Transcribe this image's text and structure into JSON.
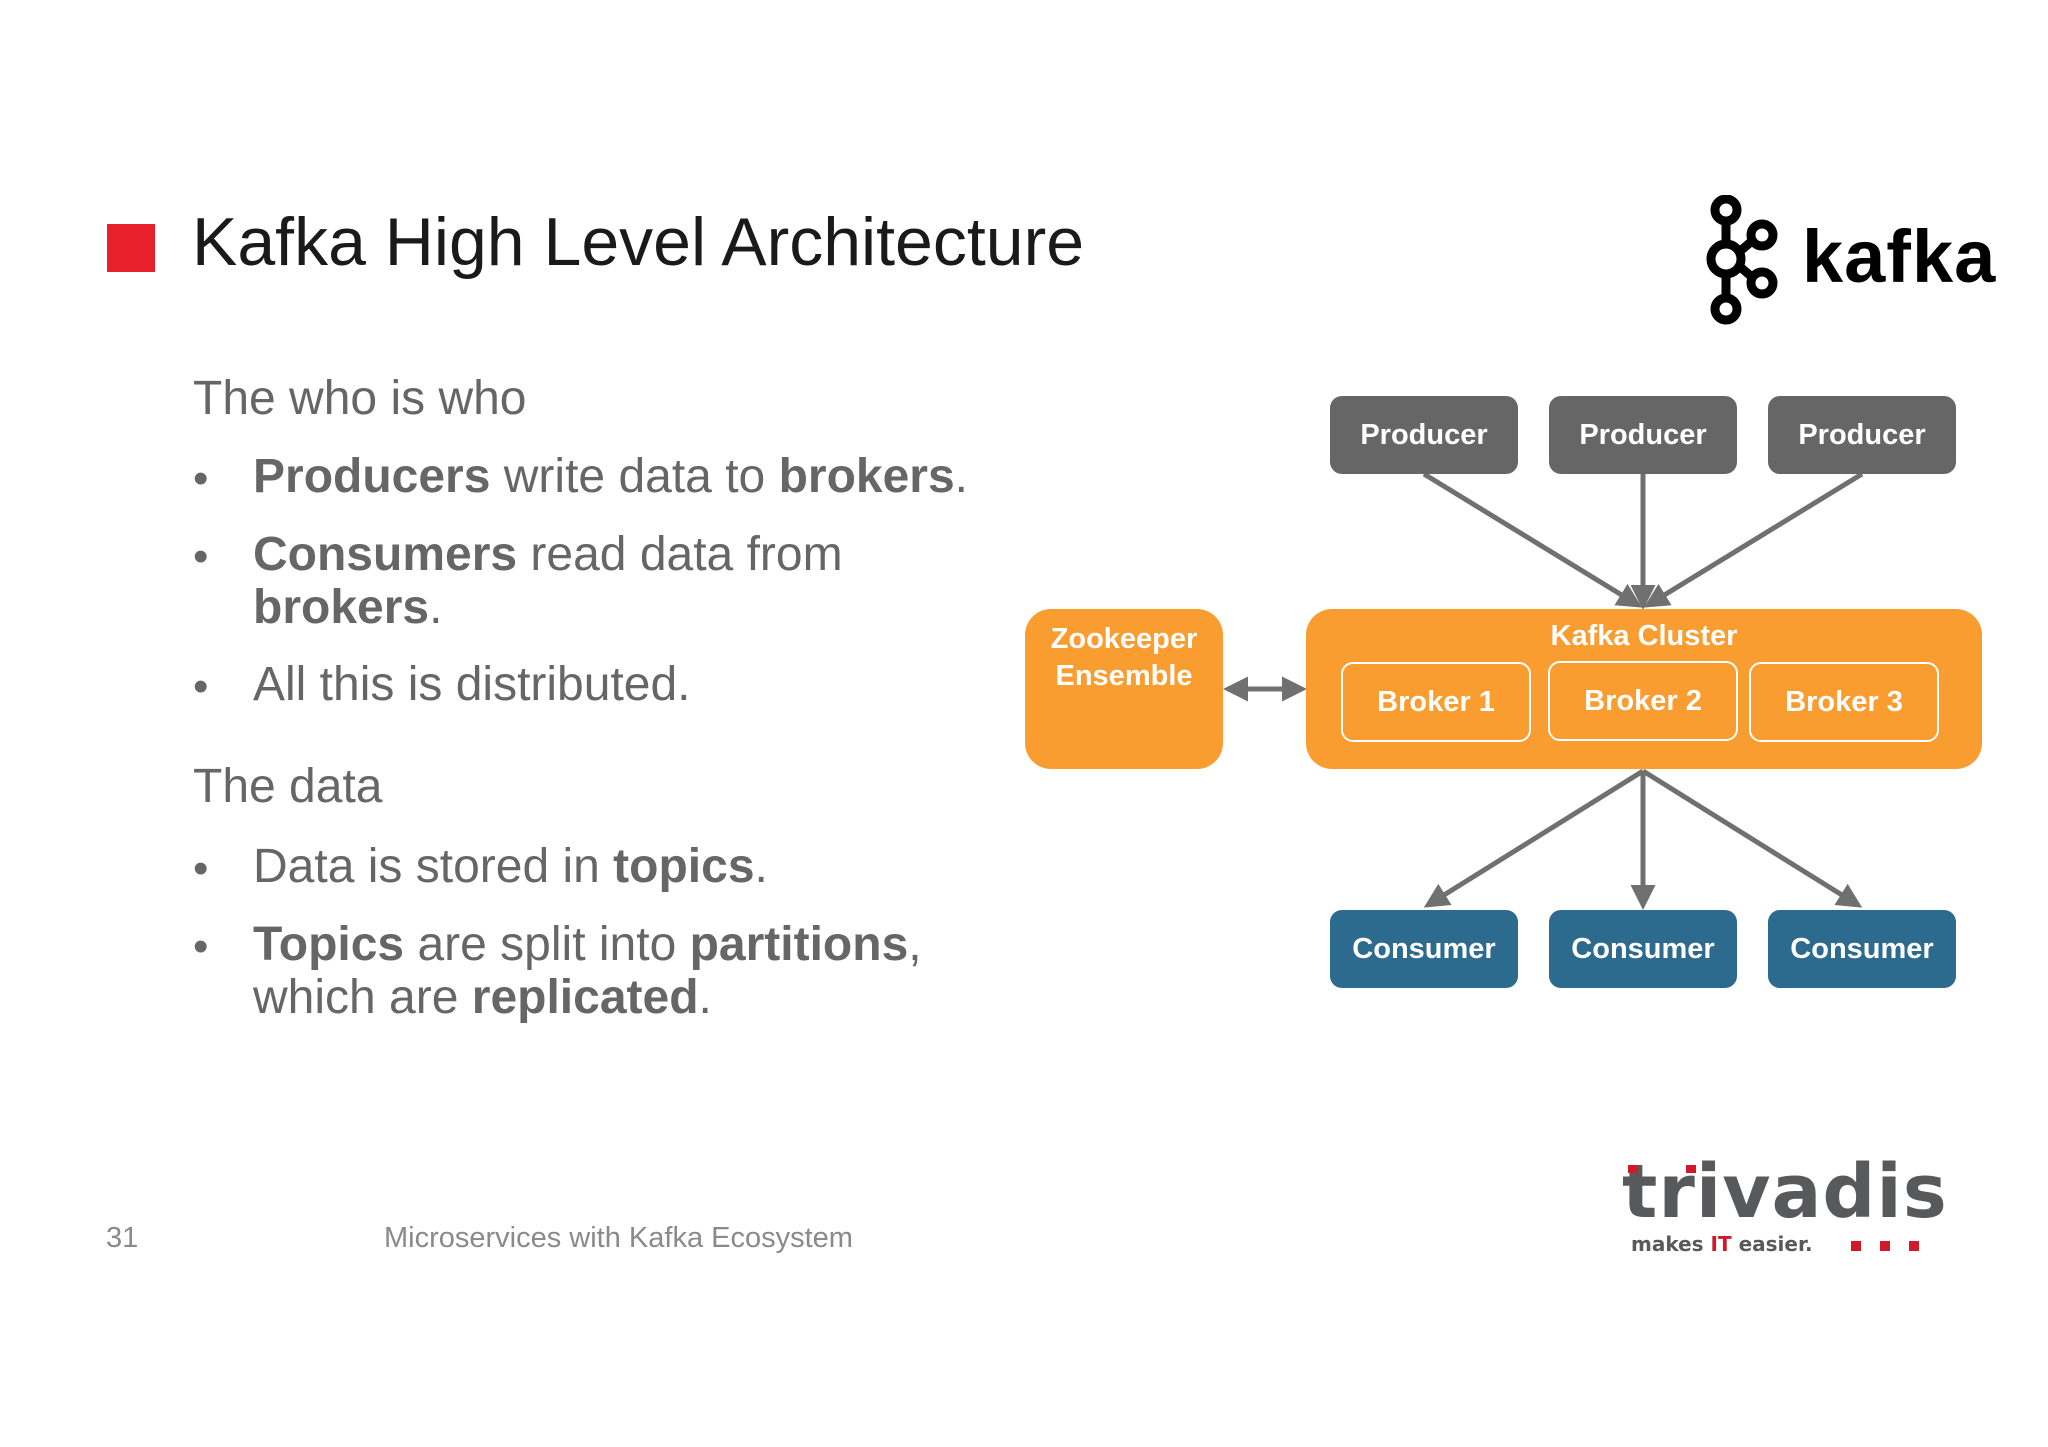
{
  "slide": {
    "title": "Kafka High Level Architecture",
    "number": "31",
    "footer": "Microservices with Kafka Ecosystem"
  },
  "kafka_logo": {
    "wordmark": "kafka"
  },
  "sections": [
    {
      "heading": "The who is who",
      "bullets": [
        {
          "parts": [
            {
              "text": "Producers",
              "bold": true
            },
            {
              "text": " write data to ",
              "bold": false
            },
            {
              "text": "brokers",
              "bold": true
            },
            {
              "text": ".",
              "bold": false
            }
          ]
        },
        {
          "parts": [
            {
              "text": "Consumers",
              "bold": true
            },
            {
              "text": " read data from ",
              "bold": false
            },
            {
              "text": "brokers",
              "bold": true
            },
            {
              "text": ".",
              "bold": false
            }
          ]
        },
        {
          "parts": [
            {
              "text": "All this is distributed.",
              "bold": false
            }
          ]
        }
      ]
    },
    {
      "heading": "The data",
      "bullets": [
        {
          "parts": [
            {
              "text": "Data is stored in ",
              "bold": false
            },
            {
              "text": "topics",
              "bold": true
            },
            {
              "text": ".",
              "bold": false
            }
          ]
        },
        {
          "parts": [
            {
              "text": "Topics",
              "bold": true
            },
            {
              "text": " are split into ",
              "bold": false
            },
            {
              "text": "partitions",
              "bold": true
            },
            {
              "text": ", which are ",
              "bold": false
            },
            {
              "text": "replicated",
              "bold": true
            },
            {
              "text": ".",
              "bold": false
            }
          ]
        }
      ]
    }
  ],
  "bullet_char": "•",
  "diagram": {
    "producers": [
      "Producer",
      "Producer",
      "Producer"
    ],
    "consumers": [
      "Consumer",
      "Consumer",
      "Consumer"
    ],
    "zookeeper": "Zookeeper Ensemble",
    "cluster": {
      "label": "Kafka Cluster",
      "brokers": [
        "Broker 1",
        "Broker 2",
        "Broker 3"
      ]
    },
    "colors": {
      "producer": "#666666",
      "consumer": "#2c6a8e",
      "cluster": "#f99d31",
      "arrow": "#707070"
    }
  },
  "trivadis_logo": {
    "wordmark": "trivadis",
    "tagline_pre": "makes ",
    "tagline_it": "IT",
    "tagline_post": " easier.",
    "accent_color": "#d0192b"
  }
}
